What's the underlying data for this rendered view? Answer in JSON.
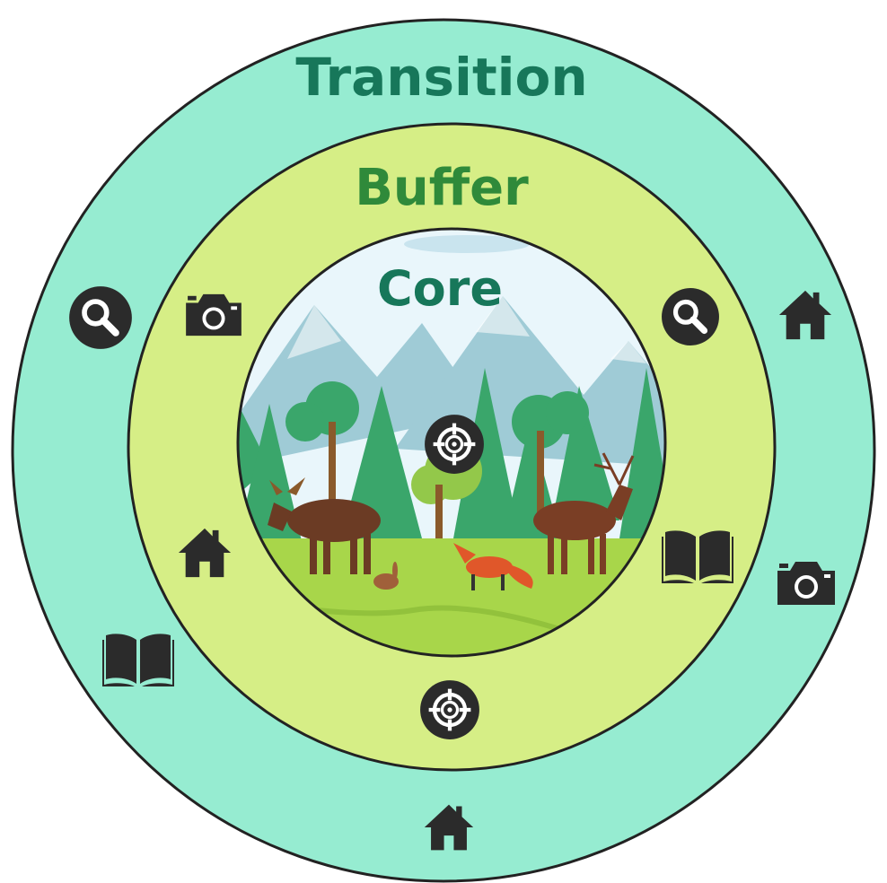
{
  "zones": {
    "transition": {
      "label": "Transition",
      "fill": "#96ecd1",
      "text_color": "#17775a"
    },
    "buffer": {
      "label": "Buffer",
      "fill": "#d6ee86",
      "text_color": "#2f8a3a"
    },
    "core": {
      "label": "Core",
      "text_color": "#17775a"
    }
  },
  "outline_color": "#222222",
  "icon_color": "#2b2b2b",
  "icons": {
    "transition": [
      "magnifier-icon",
      "house-icon",
      "book-icon",
      "house-icon",
      "camera-icon"
    ],
    "buffer": [
      "camera-icon",
      "magnifier-icon",
      "house-icon",
      "book-icon",
      "target-icon"
    ],
    "core": [
      "target-icon"
    ]
  },
  "scene": {
    "animals": [
      "moose",
      "rabbit",
      "fox",
      "deer"
    ],
    "sky_color": "#e9f6fb",
    "mountain_color": "#9fcbd6",
    "forest_color": "#3aa66b",
    "grass_color": "#a8d64a"
  }
}
